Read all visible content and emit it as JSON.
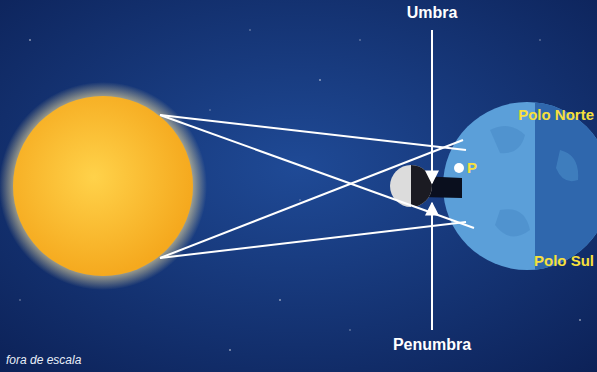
{
  "diagram": {
    "labels": [
      "Umbra",
      "Polo Norte",
      "P",
      "Polo Sul",
      "Penumbra",
      "fora de escala"
    ]
  }
}
